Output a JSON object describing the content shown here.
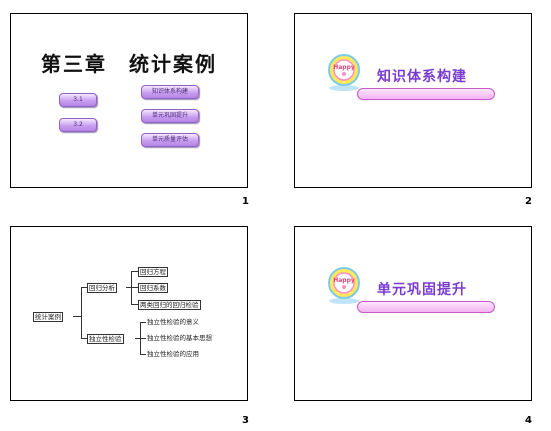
{
  "slide1": {
    "title": "第三章　统计案例",
    "left_buttons": [
      "3.1",
      "3.2"
    ],
    "right_buttons": [
      "知识体系构建",
      "单元巩固提升",
      "单元质量评估"
    ]
  },
  "slide2": {
    "badge_text": "Happy",
    "title": "知识体系构建"
  },
  "slide3": {
    "root": "统计案例",
    "branches": [
      {
        "label": "回归分析",
        "children": [
          "回归方程",
          "回归系数",
          "两类回归的回归检验"
        ]
      },
      {
        "label": "独立性检验",
        "children": [
          "独立性检验的意义",
          "独立性检验的基本思想",
          "独立性检验的应用"
        ]
      }
    ]
  },
  "slide4": {
    "badge_text": "Happy",
    "title": "单元巩固提升"
  },
  "slide_numbers": [
    "1",
    "2",
    "3",
    "4"
  ],
  "colors": {
    "accent_purple": "#7a3cd0",
    "button_purple": "#c9a0f0",
    "bar_pink": "#f1b3f0"
  }
}
